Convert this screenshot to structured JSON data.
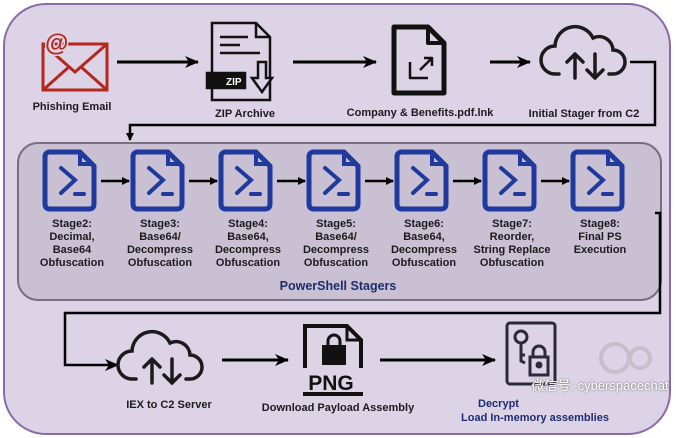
{
  "top_row": [
    {
      "label": "Phishing Email",
      "icon": "email-at-icon"
    },
    {
      "label": "ZIP Archive",
      "icon": "zip-file-icon",
      "badge": "ZIP"
    },
    {
      "label": "Company & Benefits.pdf.lnk",
      "icon": "shortcut-file-icon"
    },
    {
      "label": "Initial Stager from C2",
      "icon": "cloud-transfer-icon"
    }
  ],
  "stagers": {
    "title": "PowerShell Stagers",
    "items": [
      {
        "lines": [
          "Stage2:",
          "Decimal,",
          "Base64",
          "Obfuscation"
        ]
      },
      {
        "lines": [
          "Stage3:",
          "Base64/",
          "Decompress",
          "Obfuscation"
        ]
      },
      {
        "lines": [
          "Stage4:",
          "Base64,",
          "Decompress",
          "Obfuscation"
        ]
      },
      {
        "lines": [
          "Stage5:",
          "Base64/",
          "Decompress",
          "Obfuscation"
        ]
      },
      {
        "lines": [
          "Stage6:",
          "Base64,",
          "Decompress",
          "Obfuscation"
        ]
      },
      {
        "lines": [
          "Stage7:",
          "Reorder,",
          "String Replace",
          "Obfuscation"
        ]
      },
      {
        "lines": [
          "Stage8:",
          "Final PS",
          "Execution"
        ]
      }
    ]
  },
  "bottom_row": [
    {
      "label": "IEX to C2 Server",
      "icon": "cloud-transfer-icon"
    },
    {
      "label": "Download Payload Assembly",
      "icon": "png-file-lock-icon",
      "badge": "PNG"
    },
    {
      "label_line1": "Decrypt",
      "label_line2": "Load In-memory assemblies",
      "icon": "key-lock-icon"
    }
  ],
  "watermark": "微信号: cyberspacechat",
  "colors": {
    "background": "#ddd3e7",
    "border": "#8a6aa8",
    "panel": "#c9c0d3",
    "ps_blue": "#1f3a9c",
    "email_red": "#b5261e"
  }
}
